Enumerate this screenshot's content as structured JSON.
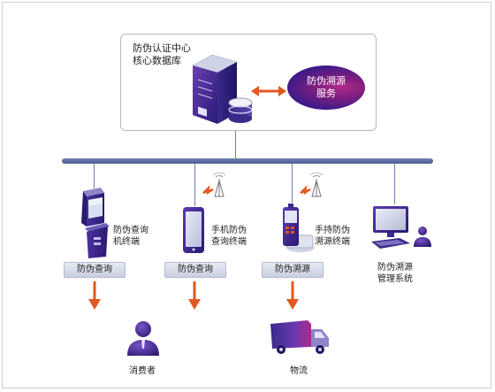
{
  "core": {
    "label_line1": "防伪认证中心",
    "label_line2": "核心数据库"
  },
  "service": {
    "line1": "防伪溯源",
    "line2": "服务"
  },
  "devices": [
    {
      "line1": "防伪查询",
      "line2": "机终端",
      "icon": "kiosk-terminal-icon"
    },
    {
      "line1": "手机防伪",
      "line2": "查询终端",
      "icon": "smartphone-icon"
    },
    {
      "line1": "手持防伪",
      "line2": "溯源终端",
      "icon": "handheld-scanner-icon"
    },
    {
      "line1": "防伪溯源",
      "line2": "管理系统",
      "icon": "desktop-computer-icon"
    }
  ],
  "actions": [
    {
      "label": "防伪查询"
    },
    {
      "label": "防伪查询"
    },
    {
      "label": "防伪溯源"
    }
  ],
  "endpoints": {
    "consumer": "消费者",
    "logistics": "物流"
  },
  "colors": {
    "bus": "#5a6aa3",
    "arrow": "#e2581f",
    "purple": "#3a1a8a",
    "magenta": "#b02a8a"
  }
}
